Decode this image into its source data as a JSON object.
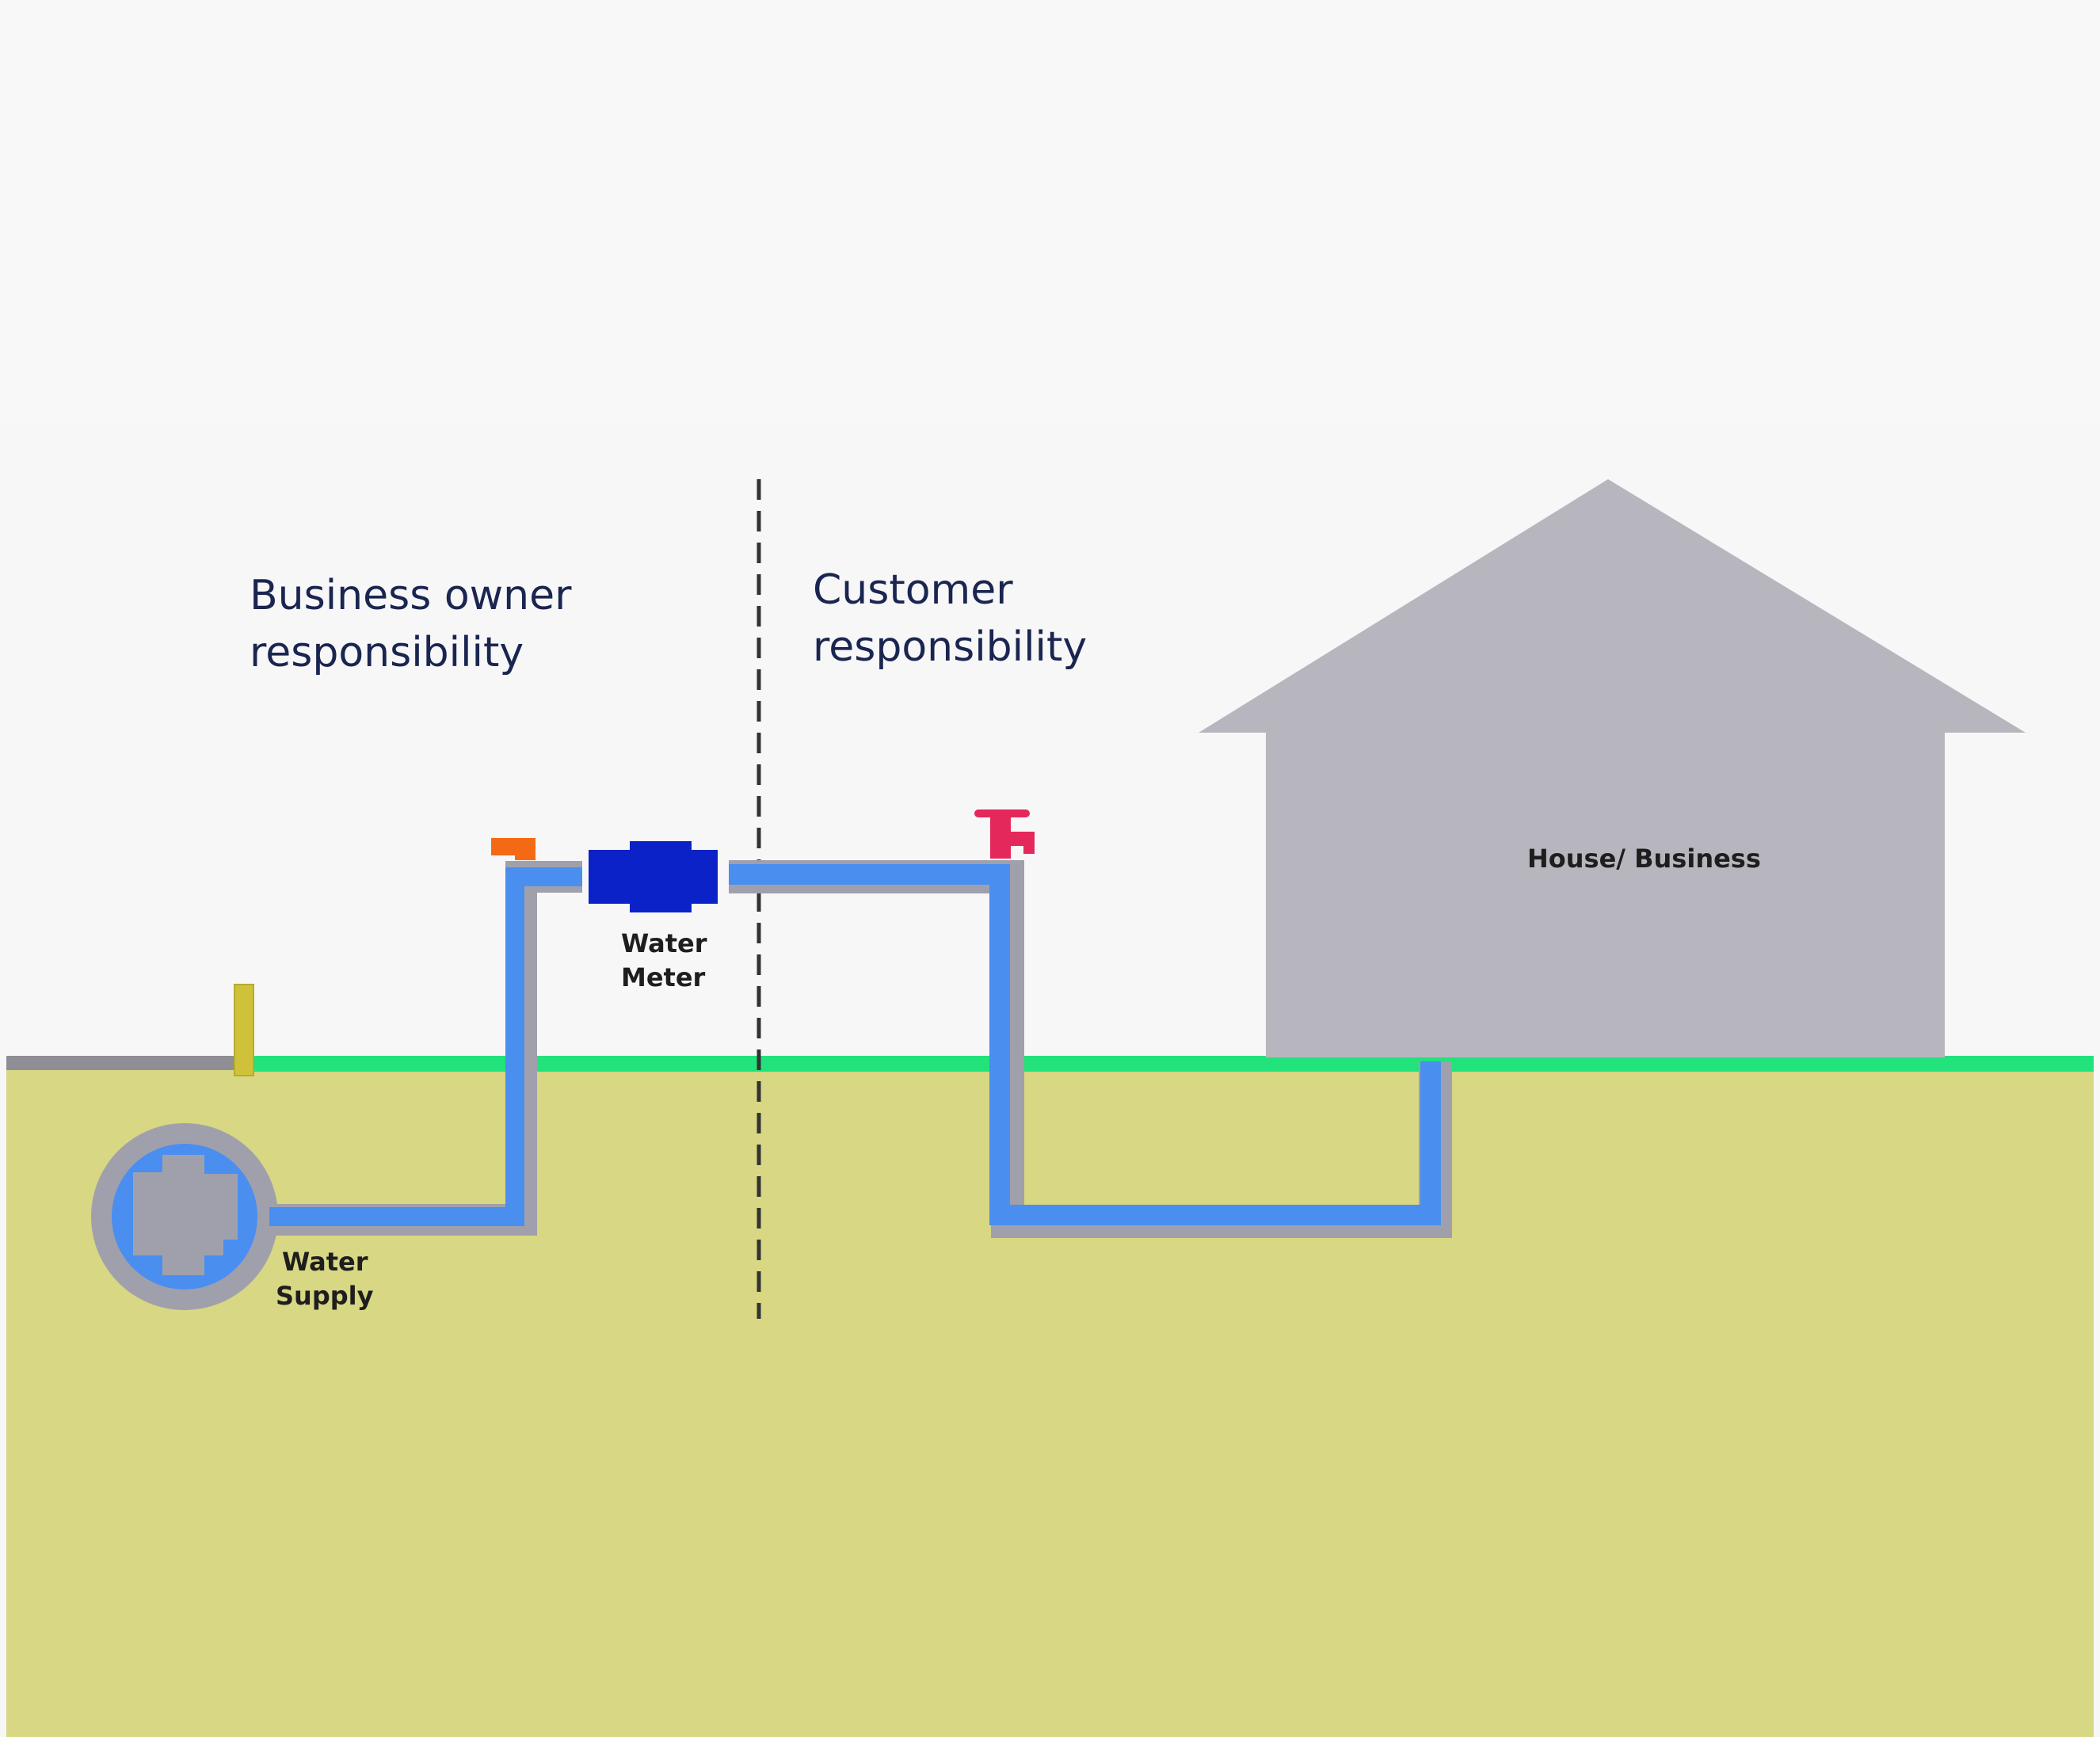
{
  "labels": {
    "business_owner": [
      "Business owner",
      "responsibility"
    ],
    "customer": [
      "Customer",
      "responsibility"
    ],
    "water_meter": [
      "Water",
      "Meter"
    ],
    "water_supply": [
      "Water",
      "Supply"
    ],
    "house": "House/ Business"
  },
  "colors": {
    "sky": "#f7f7f8",
    "ground": "#d8d783",
    "grass": "#22e27b",
    "pipe": "#4a8ef0",
    "pipe_outline": "#a0a0ac",
    "meter": "#0a22c8",
    "stop_valve": "#f46a14",
    "tap": "#e5285b",
    "house": "#b7b6be",
    "marker_post": "#cfc23a",
    "divider": "#333333"
  }
}
